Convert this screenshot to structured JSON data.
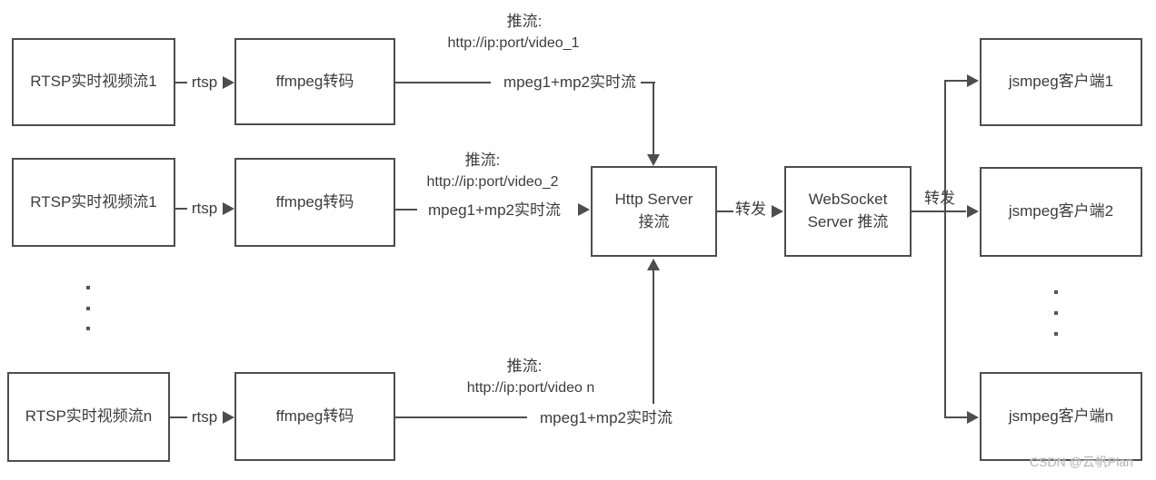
{
  "colors": {
    "line": "#4d4d4d",
    "text": "#3c3c3c",
    "watermark_text": "#b4b4ba",
    "background": "#ffffff"
  },
  "rows": [
    {
      "source": "RTSP实时视频流1",
      "protocol_label": "rtsp",
      "transcoder": "ffmpeg转码",
      "push_label": "推流:",
      "push_url": "http://ip:port/video_1",
      "stream_label": "mpeg1+mp2实时流"
    },
    {
      "source": "RTSP实时视频流1",
      "protocol_label": "rtsp",
      "transcoder": "ffmpeg转码",
      "push_label": "推流:",
      "push_url": "http://ip:port/video_2",
      "stream_label": "mpeg1+mp2实时流"
    },
    {
      "source": "RTSP实时视频流n",
      "protocol_label": "rtsp",
      "transcoder": "ffmpeg转码",
      "push_label": "推流:",
      "push_url": "http://ip:port/video n",
      "stream_label": "mpeg1+mp2实时流"
    }
  ],
  "servers": {
    "http": {
      "line1": "Http Server",
      "line2": "接流"
    },
    "websocket": {
      "line1": "WebSocket",
      "line2": "Server 推流"
    }
  },
  "forward_labels": {
    "http_to_ws": "转发",
    "ws_to_clients": "转发"
  },
  "clients": [
    {
      "label": "jsmpeg客户端1"
    },
    {
      "label": "jsmpeg客户端2"
    },
    {
      "label": "jsmpeg客户端n"
    }
  ],
  "watermark": "CSDN @云帆Plan"
}
